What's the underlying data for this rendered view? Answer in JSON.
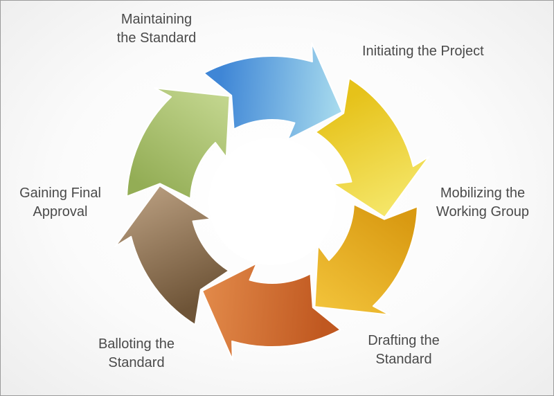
{
  "stages": [
    {
      "id": "initiating",
      "line1": "Initiating the Project",
      "line2": "",
      "color_light": "#f5e76a",
      "color_dark": "#e6c21a"
    },
    {
      "id": "mobilizing",
      "line1": "Mobilizing the",
      "line2": "Working Group",
      "color_light": "#f2c33a",
      "color_dark": "#d99a12"
    },
    {
      "id": "drafting",
      "line1": "Drafting the",
      "line2": "Standard",
      "color_light": "#e28a4a",
      "color_dark": "#c05820"
    },
    {
      "id": "balloting",
      "line1": "Balloting the",
      "line2": "Standard",
      "color_light": "#b59a7c",
      "color_dark": "#6e5437"
    },
    {
      "id": "gaining",
      "line1": "Gaining Final",
      "line2": "Approval",
      "color_light": "#c4d790",
      "color_dark": "#93ad55"
    },
    {
      "id": "maintaining",
      "line1": "Maintaining",
      "line2": "the Standard",
      "color_light": "#a9dcee",
      "color_dark": "#3f86d6"
    }
  ]
}
